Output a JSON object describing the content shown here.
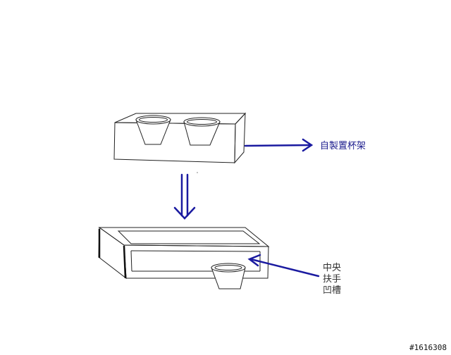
{
  "labels": {
    "cup_holder": "自製置杯架",
    "grip_line1": "中央",
    "grip_line2": "扶手",
    "grip_line3": "凹槽"
  },
  "watermark": "#1616308",
  "colors": {
    "outline": "#222222",
    "arrow": "#1a1aa0",
    "background": "#ffffff"
  }
}
